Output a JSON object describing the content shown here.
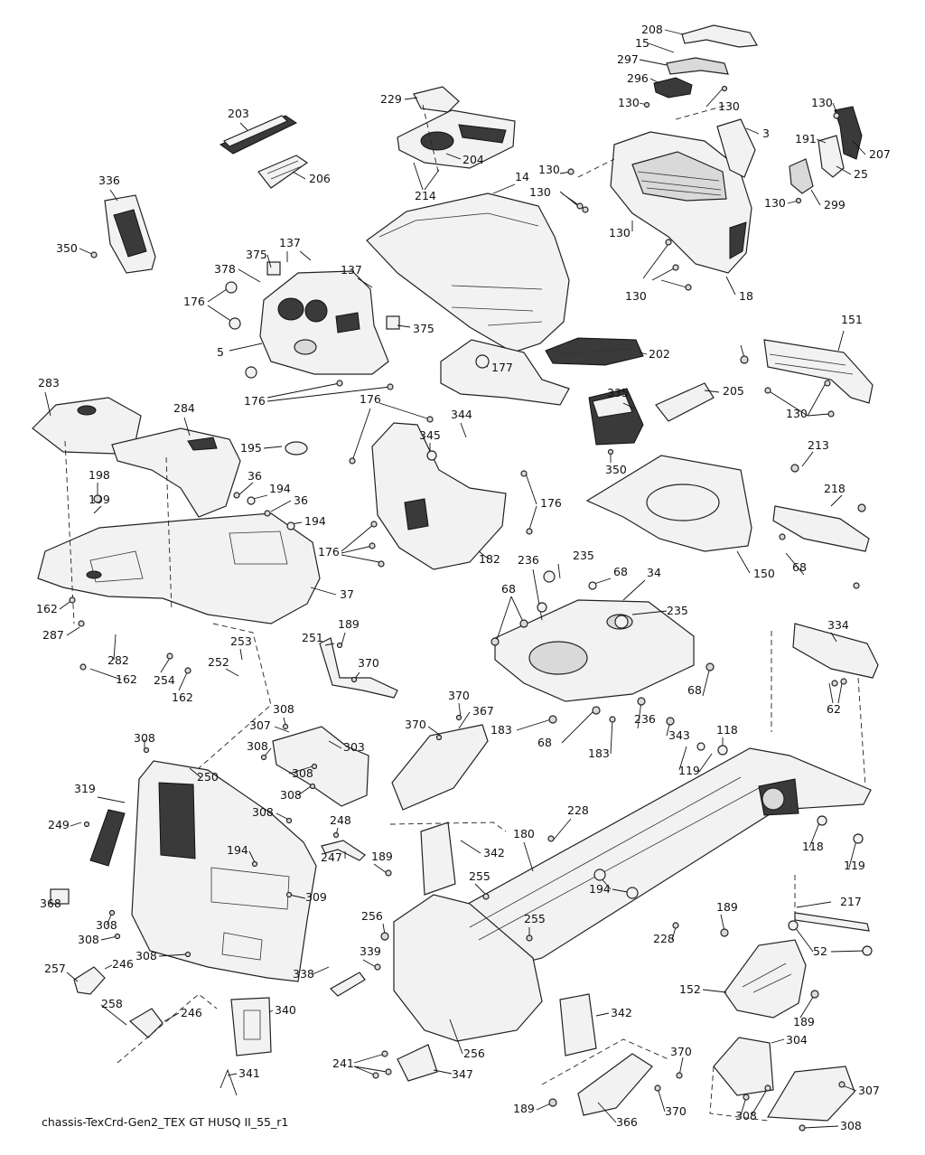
{
  "diagram": {
    "caption": "chassis-TexCrd-Gen2_TEX GT HUSQ II_55_r1",
    "callouts": [
      "208",
      "15",
      "297",
      "296",
      "130",
      "130",
      "130",
      "3",
      "191",
      "207",
      "25",
      "130",
      "299",
      "229",
      "203",
      "204",
      "14",
      "206",
      "214",
      "336",
      "130",
      "130",
      "130",
      "18",
      "350",
      "375",
      "137",
      "378",
      "137",
      "176",
      "5",
      "375",
      "177",
      "202",
      "176",
      "130",
      "151",
      "130",
      "283",
      "176",
      "284",
      "335",
      "205",
      "195",
      "344",
      "345",
      "36",
      "198",
      "194",
      "36",
      "350",
      "213",
      "176",
      "199",
      "194",
      "176",
      "182",
      "218",
      "150",
      "236",
      "235",
      "68",
      "68",
      "34",
      "68",
      "235",
      "37",
      "162",
      "287",
      "189",
      "282",
      "251",
      "370",
      "253",
      "252",
      "254",
      "162",
      "162",
      "334",
      "62",
      "370",
      "367",
      "370",
      "308",
      "307",
      "308",
      "303",
      "183",
      "68",
      "236",
      "343",
      "68",
      "183",
      "118",
      "308",
      "250",
      "308",
      "308",
      "119",
      "319",
      "249",
      "308",
      "248",
      "180",
      "228",
      "342",
      "194",
      "247",
      "189",
      "255",
      "194",
      "118",
      "119",
      "309",
      "368",
      "308",
      "308",
      "256",
      "255",
      "228",
      "189",
      "217",
      "308",
      "52",
      "339",
      "257",
      "246",
      "338",
      "152",
      "189",
      "340",
      "342",
      "258",
      "246",
      "256",
      "304",
      "370",
      "241",
      "347",
      "341",
      "307",
      "189",
      "370",
      "308",
      "366",
      "308"
    ]
  }
}
